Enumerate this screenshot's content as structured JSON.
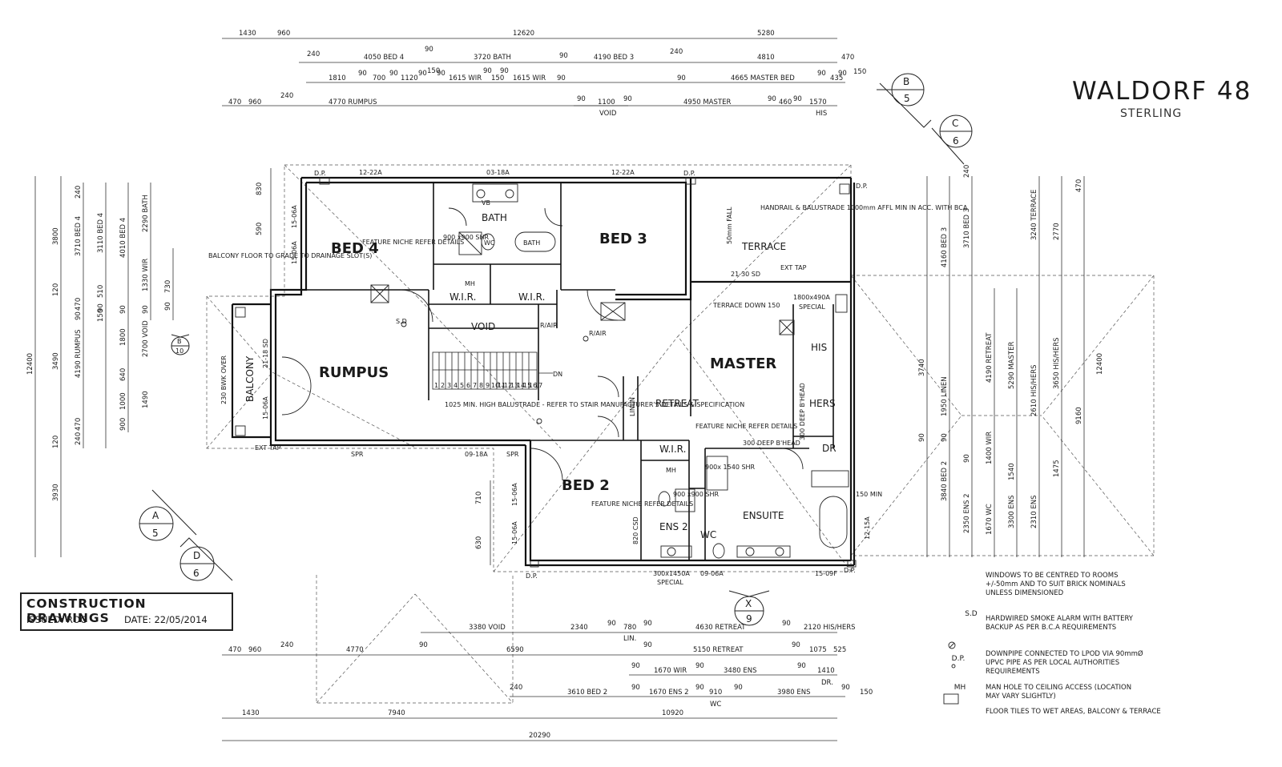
{
  "title": {
    "name": "WALDORF 48",
    "series": "STERLING"
  },
  "stamp": {
    "heading": "CONSTRUCTION DRAWINGS",
    "issued": "ISSUED: ROO",
    "date": "DATE: 22/05/2014"
  },
  "section_markers": [
    {
      "letter": "B",
      "sheet": "5"
    },
    {
      "letter": "C",
      "sheet": "6"
    },
    {
      "letter": "A",
      "sheet": "5"
    },
    {
      "letter": "D",
      "sheet": "6"
    },
    {
      "letter": "X",
      "sheet": "9"
    },
    {
      "letter": "B",
      "sheet": "10"
    }
  ],
  "rooms": {
    "bed4": "BED 4",
    "bed3": "BED 3",
    "bed2": "BED 2",
    "bath": "BATH",
    "terrace": "TERRACE",
    "rumpus": "RUMPUS",
    "balcony": "BALCONY",
    "void": "VOID",
    "retreat": "RETREAT",
    "master": "MASTER",
    "his": "HIS",
    "hers": "HERS",
    "dr": "DR",
    "ensuite": "ENSUITE",
    "ens2": "ENS 2",
    "wc": "WC",
    "wir1": "W.I.R.",
    "wir2": "W.I.R.",
    "wir3": "W.I.R.",
    "linen": "LINEN"
  },
  "plan_labels": {
    "dp_1": "D.P.",
    "dp_2": "D.P.",
    "dp_3": "D.P.",
    "dp_4": "D.P.",
    "dp_5": "D.P.",
    "win_12_22a_1": "12-22A",
    "win_03_18a": "03-18A",
    "win_12_22a_2": "12-22A",
    "win_15_06a_1": "15-06A",
    "win_15_06a_2": "15-06A",
    "win_21_18sd": "21-18 SD",
    "win_15_06a_3": "15-06A",
    "win_21_30sd": "21-30 SD",
    "win_1800x490a": "1800x490A",
    "special_1": "SPECIAL",
    "win_09_18a": "09-18A",
    "spr_1": "SPR",
    "spr_2": "SPR",
    "win_15_06a_4": "15-06A",
    "win_15_06a_5": "15-06A",
    "win_12_15a": "12-15A",
    "win_300x1450a": "300x1450A",
    "special_2": "SPECIAL",
    "win_09_06a": "09-06A",
    "win_15_09f": "15-09F",
    "handrail": "HANDRAIL & BALUSTRADE 1000mm AFFL MIN IN ACC. WITH BCA",
    "fall": "50mm FALL",
    "ext_tap_1": "EXT TAP",
    "ext_tap_2": "EXT TAP",
    "terrace_down": "TERRACE DOWN 150",
    "balcony_floor": "BALCONY FLOOR TO GRADE TO DRAINAGE SLOT(S)",
    "bwk_over": "230 BWK OVER",
    "feature_niche_1": "FEATURE NICHE REFER DETAILS",
    "feature_niche_2": "FEATURE NICHE REFER DETAILS",
    "feature_niche_3": "FEATURE NICHE REFER DETAILS",
    "shr_1": "900 x900 SHR",
    "shr_2": "900 x900 SHR",
    "shr_3": "900x 1540 SHR",
    "bath_fixture": "BATH",
    "balustrade_note": "1025 MIN. HIGH BALUSTRADE - REFER TO STAIR MANUFACTURER'S DETAILS & SPECIFICATION",
    "deep_bhead_1": "300 DEEP B'HEAD",
    "deep_bhead_2": "300 DEEP B'HEAD",
    "r_air_1": "R/AIR",
    "r_air_2": "R/AIR",
    "sd": "S.D",
    "dn": "DN",
    "mh_1": "MH",
    "mh_2": "MH",
    "vb": "VB",
    "wc_sym": "WC",
    "min_150": "150 MIN",
    "csd": "820 CSD"
  },
  "dimensions_top": {
    "row1": [
      "1430",
      "960",
      "12620",
      "5280"
    ],
    "row2": [
      "240",
      "4050 BED 4",
      "90",
      "3720 BATH",
      "90",
      "4190 BED 3",
      "240",
      "4810",
      "470"
    ],
    "row3": [
      "1810",
      "90",
      "700",
      "90",
      "1120",
      "90",
      "150",
      "90",
      "1615 WIR",
      "90",
      "150",
      "90",
      "1615 WIR",
      "90",
      "90",
      "4665 MASTER BED",
      "90",
      "435",
      "90",
      "150"
    ],
    "row4": [
      "470",
      "960",
      "240",
      "4770 RUMPUS",
      "90",
      "1100",
      "90",
      "VOID",
      "4950 MASTER",
      "90",
      "460",
      "90",
      "1570",
      "HIS"
    ]
  },
  "dimensions_bottom": {
    "row1": [
      "3380 VOID",
      "2340",
      "90",
      "780",
      "LIN.",
      "90",
      "4630 RETREAT",
      "90",
      "2120 HIS/HERS"
    ],
    "row2": [
      "470",
      "960",
      "240",
      "4770",
      "90",
      "6590",
      "90",
      "5150 RETREAT",
      "90",
      "1075",
      "525"
    ],
    "row3": [
      "90",
      "1670 WIR",
      "90",
      "3480 ENS",
      "90",
      "1410",
      "DR."
    ],
    "row4": [
      "240",
      "3610 BED 2",
      "90",
      "1670 ENS 2",
      "90",
      "910",
      "WC",
      "90",
      "3980 ENS",
      "90",
      "150"
    ],
    "row5": [
      "1430",
      "7940",
      "10920"
    ],
    "row6": [
      "20290"
    ]
  },
  "dimensions_left": {
    "col1": [
      "12400"
    ],
    "col2": [
      "3800",
      "120",
      "3490",
      "120",
      "3930"
    ],
    "col3": [
      "240",
      "3710 BED 4",
      "470",
      "90",
      "4190 RUMPUS",
      "470",
      "240"
    ],
    "col4": [
      "3110 BED 4",
      "510",
      "90",
      "150",
      "1800",
      "640",
      "1000",
      "900"
    ],
    "col5": [
      "4010 BED 4",
      "90",
      "2700 VOID",
      "1490"
    ],
    "col6": [
      "2290 BATH",
      "1330 WIR",
      "90"
    ],
    "col7": [
      "830",
      "590",
      "730",
      "90",
      "710",
      "630"
    ]
  },
  "dimensions_right": {
    "col1": [
      "3740",
      "4160 BED 3",
      "90",
      "3840 BED 2"
    ],
    "col2": [
      "240",
      "3710 BED 3",
      "90",
      "1950 LINEN",
      "90",
      "2350 ENS 2"
    ],
    "col3": [
      "4190 RETREAT",
      "1400 WIR",
      "1670 WC"
    ],
    "col4": [
      "5290 MASTER",
      "1540",
      "3300 ENS"
    ],
    "col5": [
      "3240 TERRACE",
      "2610 HIS/HERS",
      "2310 ENS"
    ],
    "col6": [
      "2770",
      "3650 HIS/HERS",
      "1475"
    ],
    "col7": [
      "470",
      "12400",
      "9160"
    ]
  },
  "legend": [
    {
      "symbol": "",
      "text": "WINDOWS TO BE CENTRED TO ROOMS +/-50mm AND TO SUIT BRICK NOMINALS UNLESS DIMENSIONED"
    },
    {
      "symbol": "S.D",
      "text": "HARDWIRED SMOKE ALARM WITH BATTERY BACKUP AS PER B.C.A REQUIREMENTS"
    },
    {
      "symbol": "D.P.",
      "text": "DOWNPIPE CONNECTED TO LPOD VIA 90mmØ UPVC PIPE AS PER LOCAL AUTHORITIES REQUIREMENTS"
    },
    {
      "symbol": "MH",
      "text": "MAN HOLE TO CEILING ACCESS (LOCATION MAY VARY SLIGHTLY)"
    },
    {
      "symbol": "",
      "text": "FLOOR TILES TO WET AREAS, BALCONY & TERRACE"
    }
  ],
  "stair_numbers": [
    "1",
    "2",
    "3",
    "4",
    "5",
    "6",
    "7",
    "8",
    "9",
    "10",
    "11",
    "12",
    "13",
    "14",
    "15",
    "16",
    "17"
  ]
}
